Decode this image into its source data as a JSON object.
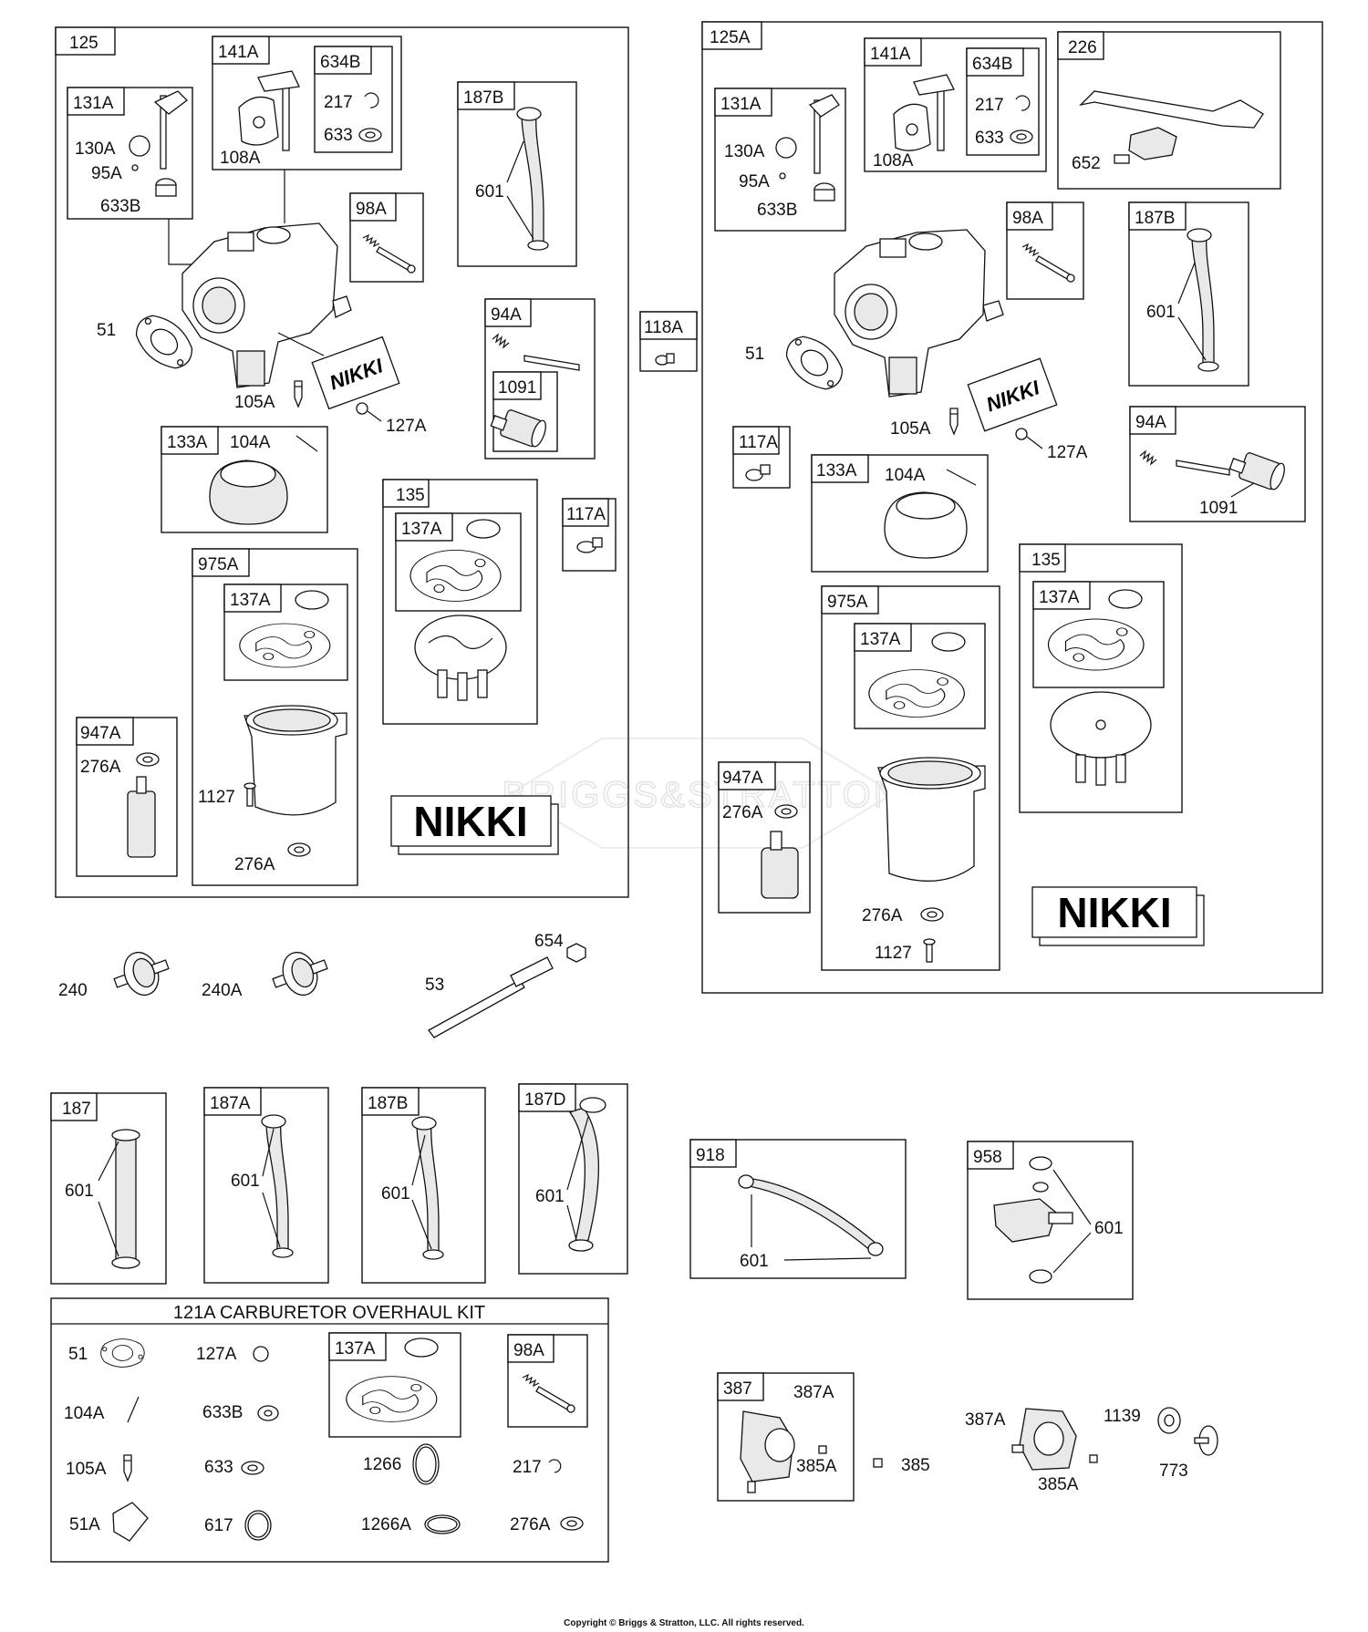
{
  "watermark": "BRIGGS&STRATTON",
  "copyright": "Copyright © Briggs & Stratton, LLC. All rights reserved.",
  "kit_title": "121A CARBURETOR OVERHAUL KIT",
  "nikki": "NIKKI",
  "groups": {
    "g125": "125",
    "g125A": "125A",
    "g131A": "131A",
    "g141A": "141A",
    "g634B": "634B",
    "g187B": "187B",
    "g98A": "98A",
    "g94A": "94A",
    "g1091": "1091",
    "g133A": "133A",
    "g135": "135",
    "g137A": "137A",
    "g117A": "117A",
    "g975A": "975A",
    "g947A": "947A",
    "g118A": "118A",
    "g226": "226",
    "g187": "187",
    "g187A": "187A",
    "g187D": "187D",
    "g918": "918",
    "g958": "958",
    "g387": "387"
  },
  "parts": {
    "p51": "51",
    "p51A": "51A",
    "p53": "53",
    "p95A": "95A",
    "p104A": "104A",
    "p105A": "105A",
    "p108A": "108A",
    "p127A": "127A",
    "p130A": "130A",
    "p217": "217",
    "p240": "240",
    "p240A": "240A",
    "p276A": "276A",
    "p385": "385",
    "p385A": "385A",
    "p387A": "387A",
    "p601": "601",
    "p617": "617",
    "p633": "633",
    "p633B": "633B",
    "p652": "652",
    "p654": "654",
    "p773": "773",
    "p1091": "1091",
    "p1127": "1127",
    "p1139": "1139",
    "p1266": "1266",
    "p1266A": "1266A"
  }
}
